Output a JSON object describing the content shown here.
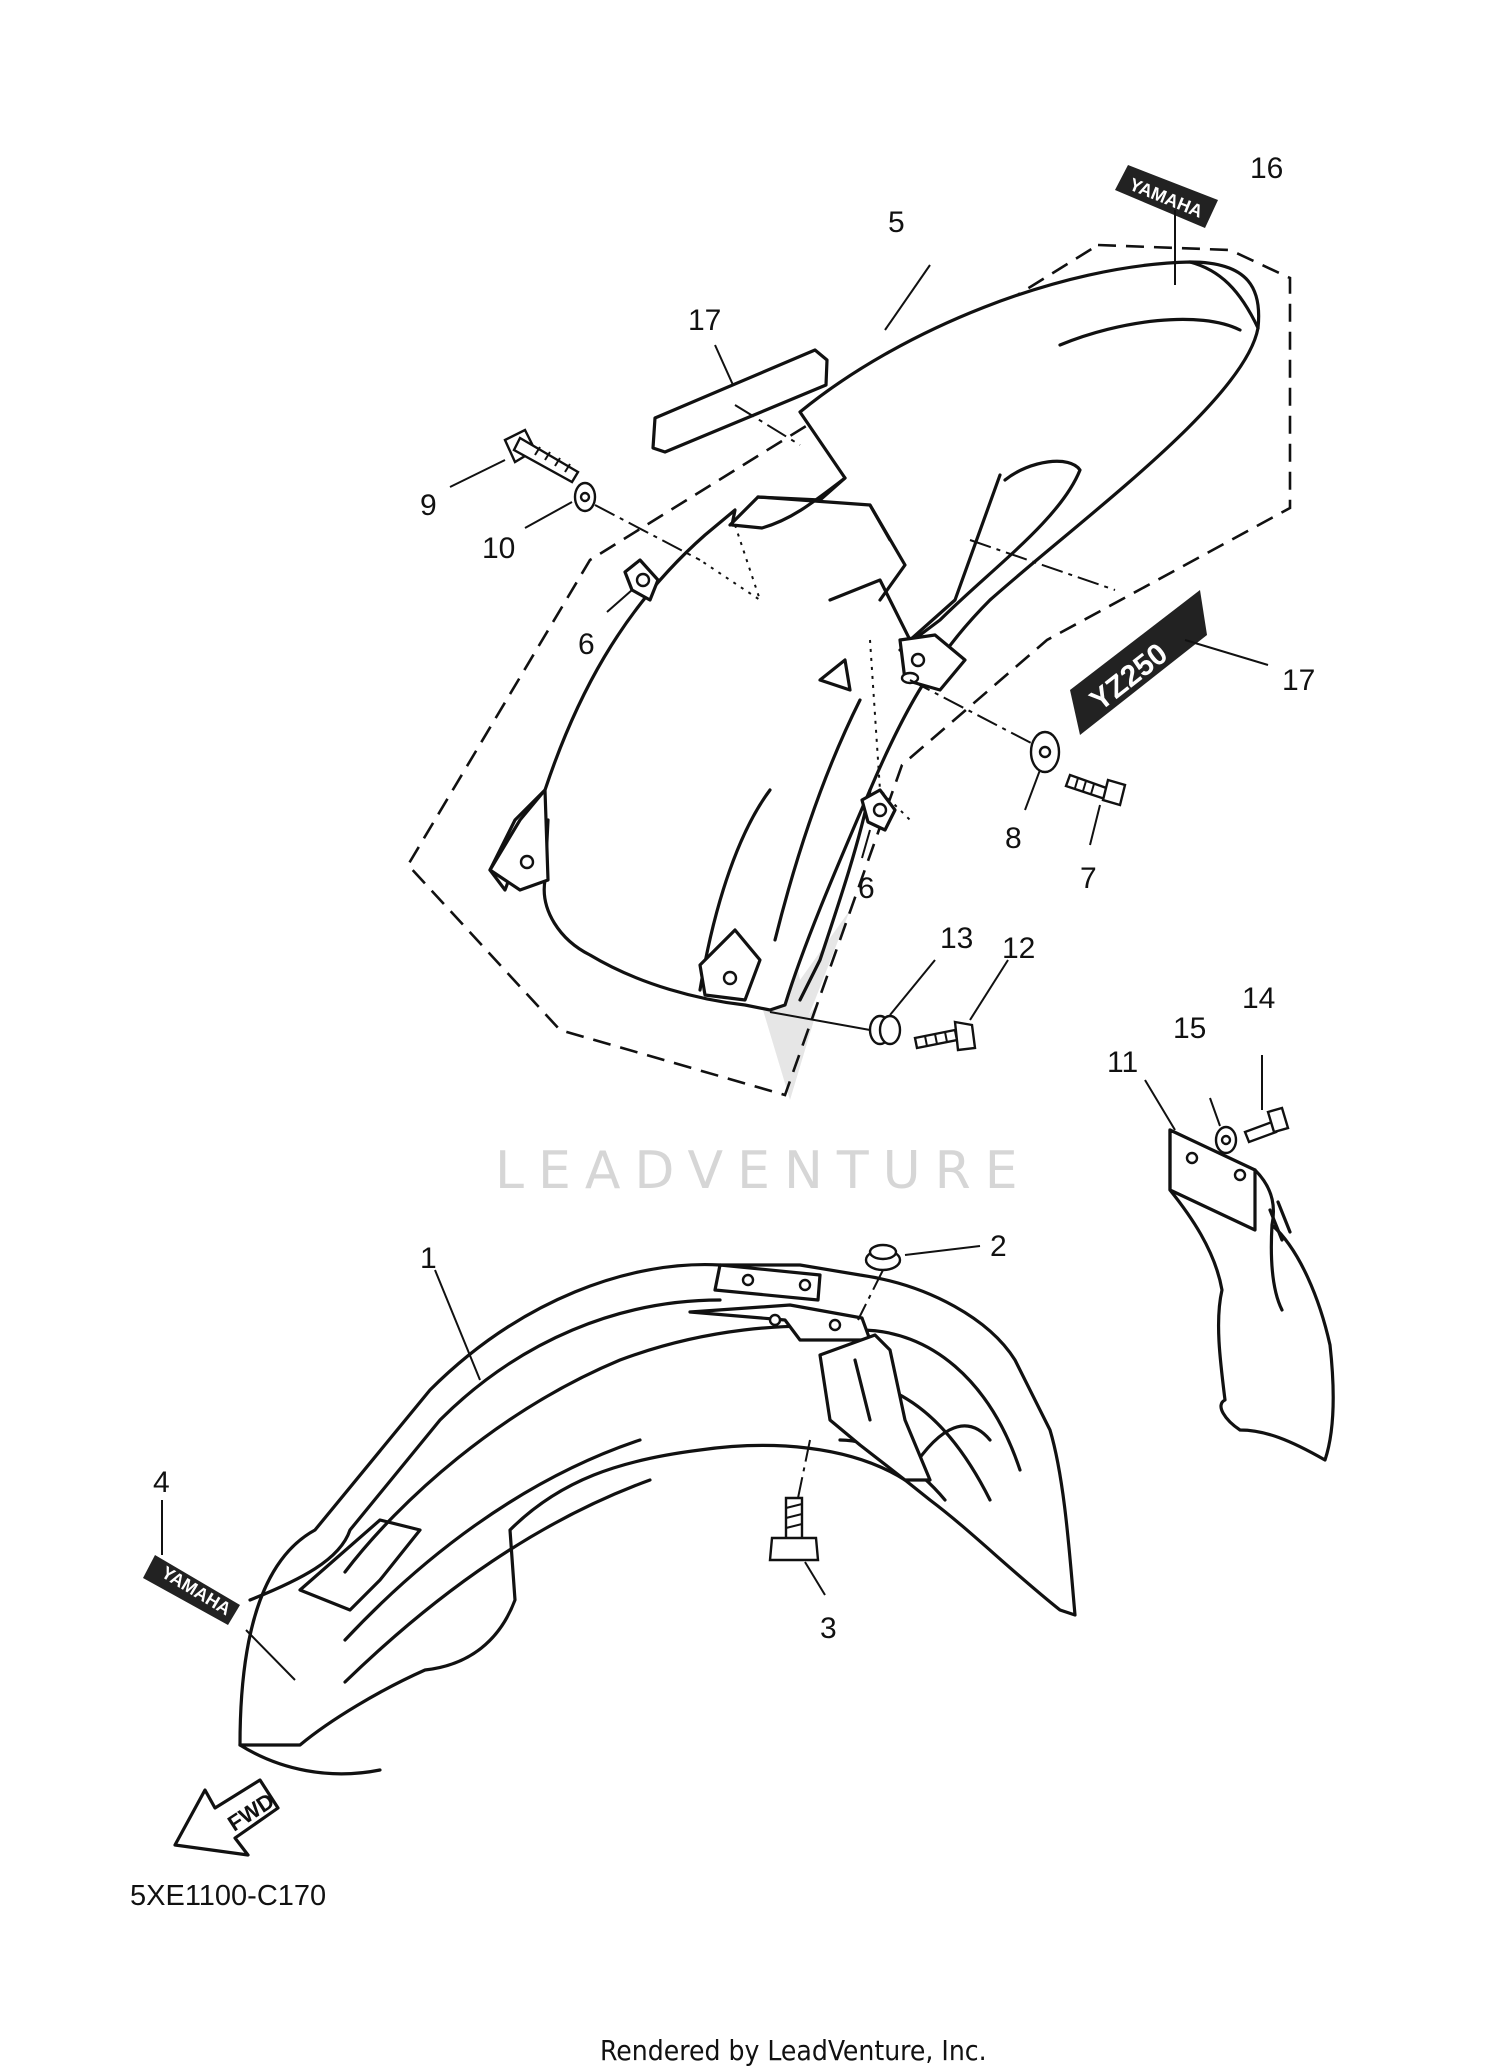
{
  "diagram_code": "5XE1100-C170",
  "watermark": "LEADVENTURE",
  "footer": "Rendered by LeadVenture, Inc.",
  "direction_label": "FWD",
  "decals": {
    "front_brand": "YAMAHA",
    "rear_brand": "YAMAHA",
    "side_model": "YZ250"
  },
  "callouts": {
    "c1": "1",
    "c2": "2",
    "c3": "3",
    "c4": "4",
    "c5": "5",
    "c6a": "6",
    "c6b": "6",
    "c7": "7",
    "c8": "8",
    "c9": "9",
    "c10": "10",
    "c11": "11",
    "c12": "12",
    "c13": "13",
    "c14": "14",
    "c15": "15",
    "c16": "16",
    "c17a": "17",
    "c17b": "17"
  },
  "colors": {
    "ink": "#111111",
    "watermark": "#d6d6d6",
    "paper": "#ffffff"
  }
}
